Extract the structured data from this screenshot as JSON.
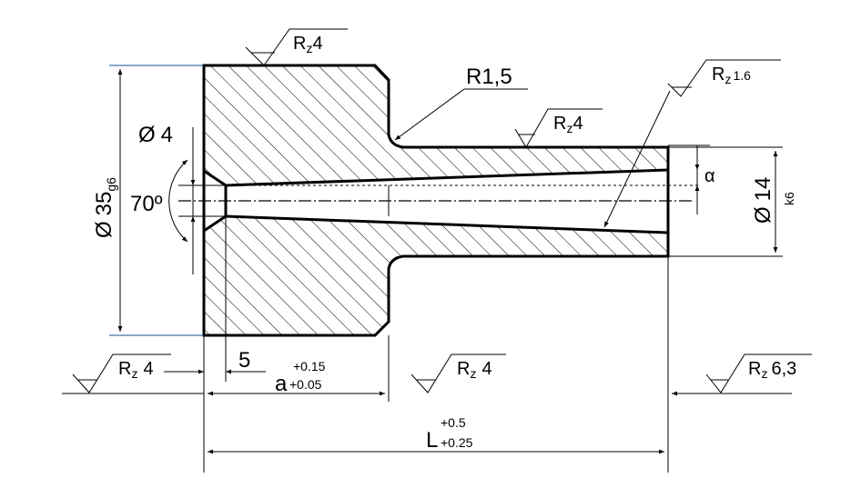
{
  "dimensions": {
    "diameter_35": {
      "symbol": "Ø",
      "value": "35",
      "tolerance": "g6"
    },
    "diameter_4": {
      "symbol": "Ø",
      "value": "4"
    },
    "diameter_14": {
      "symbol": "Ø",
      "value": "14",
      "tolerance": "k6"
    },
    "angle_70": "70º",
    "radius": "R1,5",
    "alpha": "α",
    "length_5": "5",
    "a_dim": {
      "name": "a",
      "upper": "+0.15",
      "lower": "+0.05"
    },
    "L_dim": {
      "name": "L",
      "upper": "+0.5",
      "lower": "+0.25"
    }
  },
  "roughness": {
    "top_left": {
      "base": "R",
      "sub": "z",
      "value": "4"
    },
    "top_right": {
      "base": "R",
      "sub": "z",
      "value": "1.6"
    },
    "mid_top": {
      "base": "R",
      "sub": "z",
      "value": "4"
    },
    "bottom_left": {
      "base": "R",
      "sub": "z",
      "value": "4"
    },
    "bottom_mid": {
      "base": "R",
      "sub": "z",
      "value": "4"
    },
    "bottom_right": {
      "base": "R",
      "sub": "z",
      "value": "6,3"
    }
  }
}
